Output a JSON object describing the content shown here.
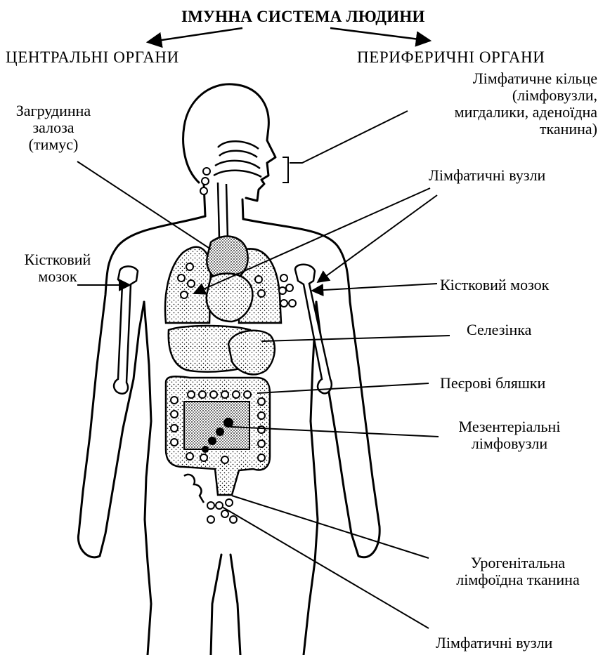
{
  "title": "ІМУННА СИСТЕМА ЛЮДИНИ",
  "groups": {
    "central": "ЦЕНТРАЛЬНІ ОРГАНИ",
    "peripheral": "ПЕРИФЕРИЧНІ ОРГАНИ"
  },
  "labels": {
    "lymph_ring": "Лімфатичне кільце\n(лімфовузли,\nмигдалики, аденоїдна\nтканина)",
    "thymus": "Загрудинна\nзалоза\n(тимус)",
    "lymph_nodes_upper": "Лімфатичні вузли",
    "bone_marrow_left": "Кістковий\nмозок",
    "bone_marrow_right": "Кістковий мозок",
    "spleen": "Селезінка",
    "peyer_patches": "Пеєрові бляшки",
    "mesenteric": "Мезентеріальні\nлімфовузли",
    "urogenital": "Урогенітальна\nлімфоїдна тканина",
    "lymph_nodes_lower": "Лімфатичні вузли"
  },
  "colors": {
    "ink": "#000000",
    "paper": "#ffffff",
    "organ_fill": "#d9d9d9"
  }
}
